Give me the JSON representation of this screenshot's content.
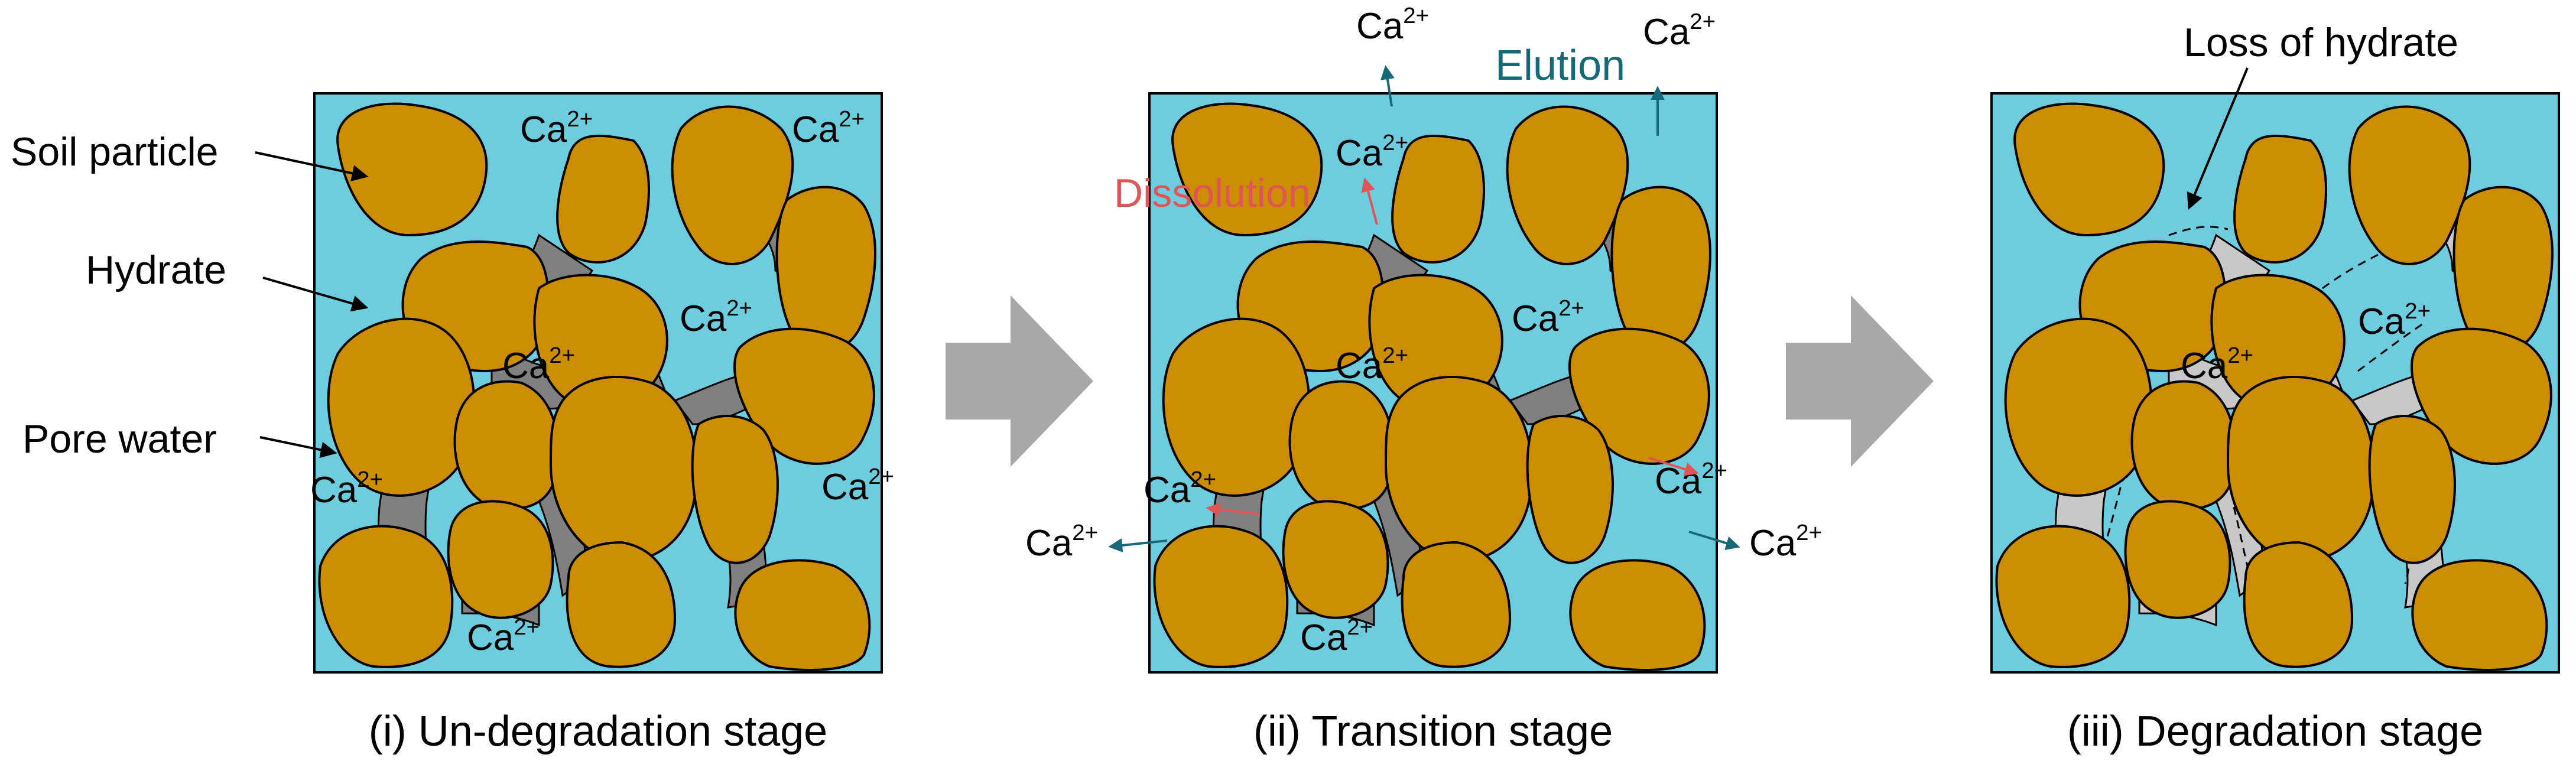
{
  "colors": {
    "pore_water": "#6DCDDF",
    "soil": "#CC8E00",
    "hydrate": "#808080",
    "hydrate_lost": "#C8C8C8",
    "stage_arrow": "#A8A8A8",
    "dissolution": "#E05555",
    "elution": "#156978",
    "outline": "#000000"
  },
  "ion": {
    "base": "Ca",
    "charge": "2+"
  },
  "labels": {
    "soil_particle": "Soil particle",
    "hydrate": "Hydrate",
    "pore_water": "Pore water",
    "dissolution": "Dissolution",
    "elution": "Elution",
    "loss_of_hydrate": "Loss of hydrate"
  },
  "panels": [
    {
      "id": "panel-1",
      "caption": "(i) Un-degradation stage",
      "hydrate_state": "intact",
      "dissolution_arrows": false,
      "elution_arrows": false
    },
    {
      "id": "panel-2",
      "caption": "(ii) Transition stage",
      "hydrate_state": "partial",
      "dissolution_arrows": true,
      "elution_arrows": true
    },
    {
      "id": "panel-3",
      "caption": "(iii) Degradation stage",
      "hydrate_state": "lost",
      "dissolution_arrows": false,
      "elution_arrows": false
    }
  ]
}
